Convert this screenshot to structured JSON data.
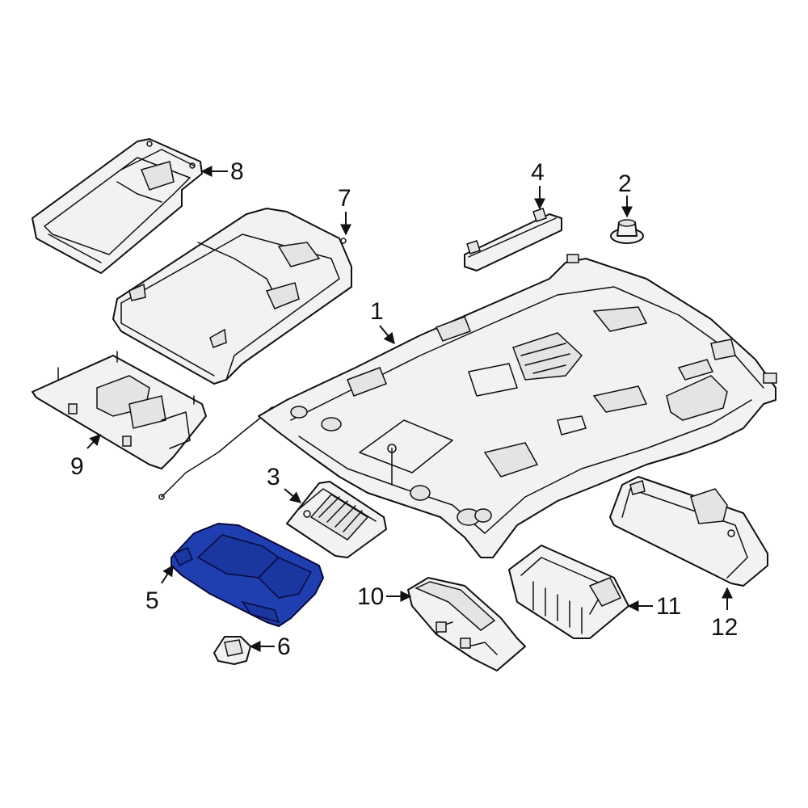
{
  "highlight_color": "#1f3fb0",
  "callouts": [
    {
      "id": "1",
      "label": "1"
    },
    {
      "id": "2",
      "label": "2"
    },
    {
      "id": "3",
      "label": "3"
    },
    {
      "id": "4",
      "label": "4"
    },
    {
      "id": "5",
      "label": "5"
    },
    {
      "id": "6",
      "label": "6"
    },
    {
      "id": "7",
      "label": "7"
    },
    {
      "id": "8",
      "label": "8"
    },
    {
      "id": "9",
      "label": "9"
    },
    {
      "id": "10",
      "label": "10"
    },
    {
      "id": "11",
      "label": "11"
    },
    {
      "id": "12",
      "label": "12"
    }
  ],
  "highlighted_part": "5"
}
